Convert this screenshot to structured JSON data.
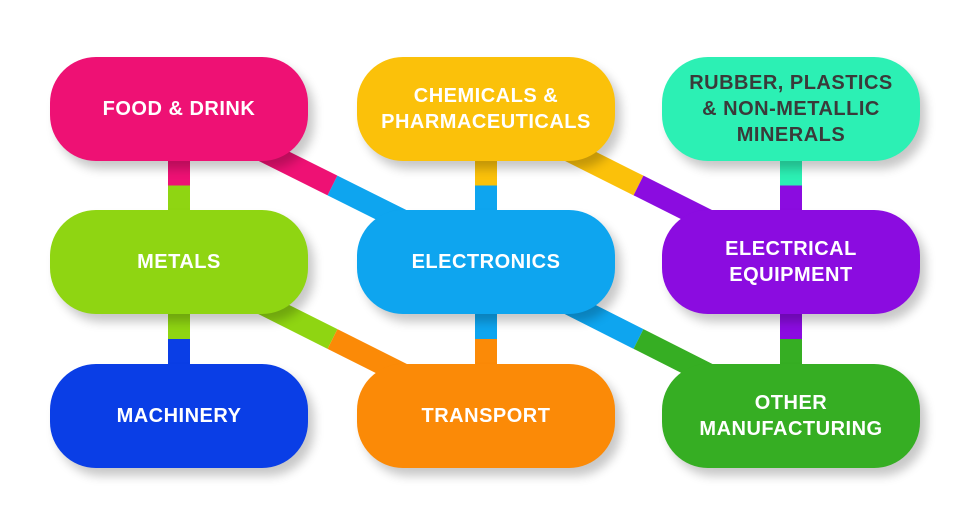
{
  "nodes": [
    {
      "id": "food-drink",
      "label": "FOOD & DRINK",
      "color": "#EE1174",
      "text_color": "#ffffff"
    },
    {
      "id": "chemicals",
      "label": "CHEMICALS &\nPHARMACEUTICALS",
      "color": "#FBC10A",
      "text_color": "#ffffff"
    },
    {
      "id": "rubber",
      "label": "RUBBER, PLASTICS\n& NON-METALLIC\nMINERALS",
      "color": "#2CF0B4",
      "text_color": "#3a3a3a"
    },
    {
      "id": "metals",
      "label": "METALS",
      "color": "#8FD512",
      "text_color": "#ffffff"
    },
    {
      "id": "electronics",
      "label": "ELECTRONICS",
      "color": "#0EA5EF",
      "text_color": "#ffffff"
    },
    {
      "id": "electrical",
      "label": "ELECTRICAL\nEQUIPMENT",
      "color": "#8B0CE0",
      "text_color": "#ffffff"
    },
    {
      "id": "machinery",
      "label": "MACHINERY",
      "color": "#0A3EE6",
      "text_color": "#ffffff"
    },
    {
      "id": "transport",
      "label": "TRANSPORT",
      "color": "#FB8A07",
      "text_color": "#ffffff"
    },
    {
      "id": "other",
      "label": "OTHER\nMANUFACTURING",
      "color": "#36AE23",
      "text_color": "#ffffff"
    }
  ],
  "connections": [
    {
      "from": "food-drink",
      "to": "metals"
    },
    {
      "from": "food-drink",
      "to": "electronics"
    },
    {
      "from": "chemicals",
      "to": "electronics"
    },
    {
      "from": "chemicals",
      "to": "electrical"
    },
    {
      "from": "rubber",
      "to": "electrical"
    },
    {
      "from": "metals",
      "to": "machinery"
    },
    {
      "from": "metals",
      "to": "transport"
    },
    {
      "from": "electronics",
      "to": "transport"
    },
    {
      "from": "electronics",
      "to": "other"
    },
    {
      "from": "electrical",
      "to": "other"
    }
  ]
}
